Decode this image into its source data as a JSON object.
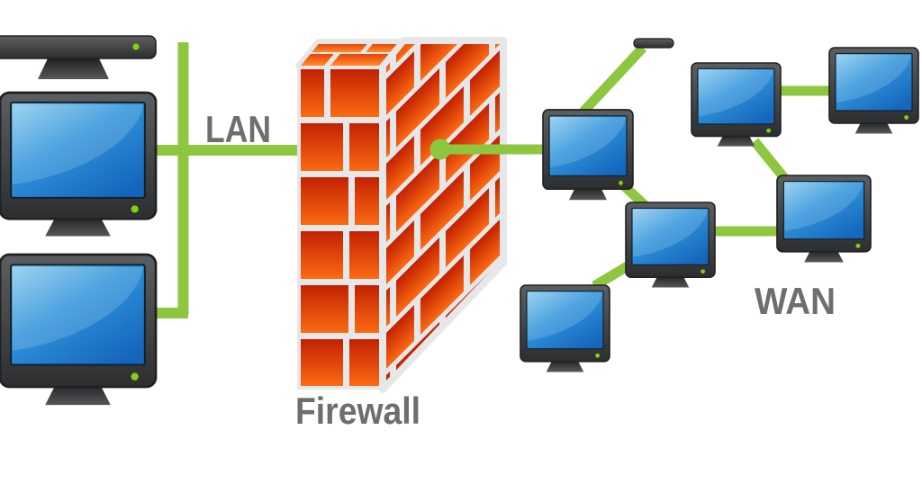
{
  "diagram": {
    "labels": {
      "lan": "LAN",
      "firewall": "Firewall",
      "wan": "WAN"
    },
    "lan": {
      "computers_visible": 3
    },
    "wan": {
      "computers_visible": 6,
      "partial_devices_visible": 1
    }
  },
  "colors": {
    "background": "#ffffff",
    "link_green": "#8dc63f",
    "led_green": "#7fd211",
    "label_gray": "#6d6e70",
    "brick_red_dark": "#c32102",
    "brick_orange": "#fb6a12",
    "mortar": "#e6e7e8",
    "monitor_bezel_dark": "#2d2e30",
    "monitor_bezel_light": "#5d5e60",
    "screen_blue_light": "#8ecdf0",
    "screen_blue_mid": "#2f93da",
    "screen_blue_dark": "#1565bd"
  }
}
